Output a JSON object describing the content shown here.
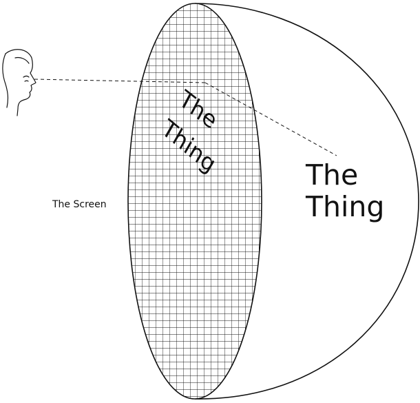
{
  "diagram": {
    "screen_label": "The Screen",
    "thing_label": {
      "line1": "The",
      "line2": "Thing"
    },
    "projected_label": {
      "line1": "The",
      "line2": "Thing"
    },
    "colors": {
      "ink": "#111111",
      "background": "#ffffff"
    },
    "icons": {
      "viewer": "face-profile-icon"
    }
  }
}
